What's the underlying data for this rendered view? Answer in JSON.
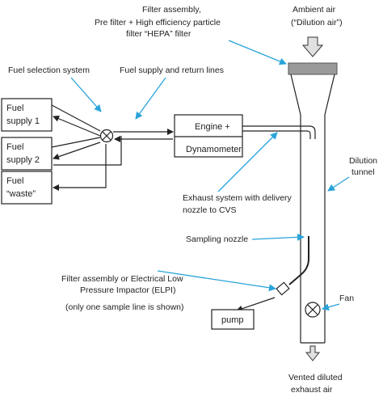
{
  "labels": {
    "filter_assembly_top_1": "Filter assembly,",
    "filter_assembly_top_2": "Pre filter + High efficiency particle",
    "filter_assembly_top_3": "filter “HEPA” filter",
    "ambient_air_1": "Ambient air",
    "ambient_air_2": "(“Dilution air”)",
    "fuel_selection": "Fuel selection system",
    "fuel_supply_lines": "Fuel supply and return lines",
    "engine_1": "Engine +",
    "engine_2": "Dynamometer",
    "fuel_supply_1a": "Fuel",
    "fuel_supply_1b": "supply 1",
    "fuel_supply_2a": "Fuel",
    "fuel_supply_2b": "supply 2",
    "fuel_waste_a": "Fuel",
    "fuel_waste_b": "“waste”",
    "dilution_tunnel_1": "Dilution",
    "dilution_tunnel_2": "tunnel",
    "exhaust_system_1": "Exhaust system with delivery",
    "exhaust_system_2": "nozzle to CVS",
    "sampling_nozzle": "Sampling nozzle",
    "filter_elpi_1": "Filter assembly or Electrical Low",
    "filter_elpi_2": "Pressure Impactor (ELPI)",
    "one_sample_line": "(only one sample line is shown)",
    "fan": "Fan",
    "pump": "pump",
    "vented_1": "Vented diluted",
    "vented_2": "exhaust air"
  },
  "colors": {
    "line": "#222222",
    "callout": "#29a3d9",
    "filter_cap": "#9a9a9a",
    "intake_arrow": "#e0e0e0"
  }
}
